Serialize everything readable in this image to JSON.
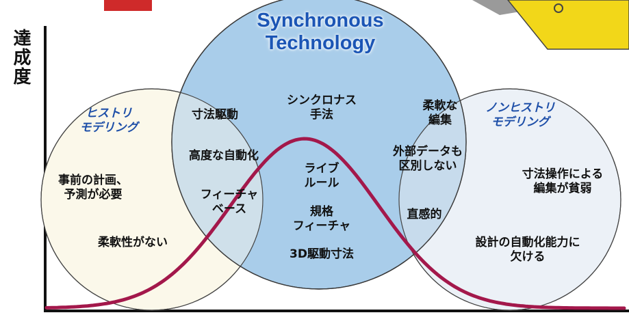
{
  "title": {
    "line1": "Synchronous",
    "line2": "Technology"
  },
  "y_axis_label": "達成度",
  "left_circle": {
    "heading": [
      "ヒストリ",
      "モデリング"
    ],
    "items": [
      [
        "事前の計画、",
        "予測が必要"
      ],
      [
        "柔軟性がない"
      ]
    ]
  },
  "left_overlap": {
    "items": [
      [
        "寸法駆動"
      ],
      [
        "高度な自動化"
      ],
      [
        "フィーチャ",
        "ベース"
      ]
    ]
  },
  "center_circle": {
    "items": [
      [
        "シンクロナス",
        "手法"
      ],
      [
        "ライブ",
        "ルール"
      ],
      [
        "規格",
        "フィーチャ"
      ],
      [
        "3D駆動寸法"
      ]
    ]
  },
  "right_overlap": {
    "items": [
      [
        "柔軟な",
        "編集"
      ],
      [
        "外部データも",
        "区別しない"
      ],
      [
        "直感的"
      ]
    ]
  },
  "right_circle": {
    "heading": [
      "ノンヒストリ",
      "モデリング"
    ],
    "items": [
      [
        "寸法操作による",
        "編集が貧弱"
      ],
      [
        "設計の自動化能力に",
        "欠ける"
      ]
    ]
  },
  "colors": {
    "center_fill": "#a9cdea",
    "left_fill": "#fbf8ea",
    "right_fill": "#ecf1f7",
    "curve": "#a3184b",
    "title": "#1b55b5",
    "heading": "#1e4fa8"
  }
}
